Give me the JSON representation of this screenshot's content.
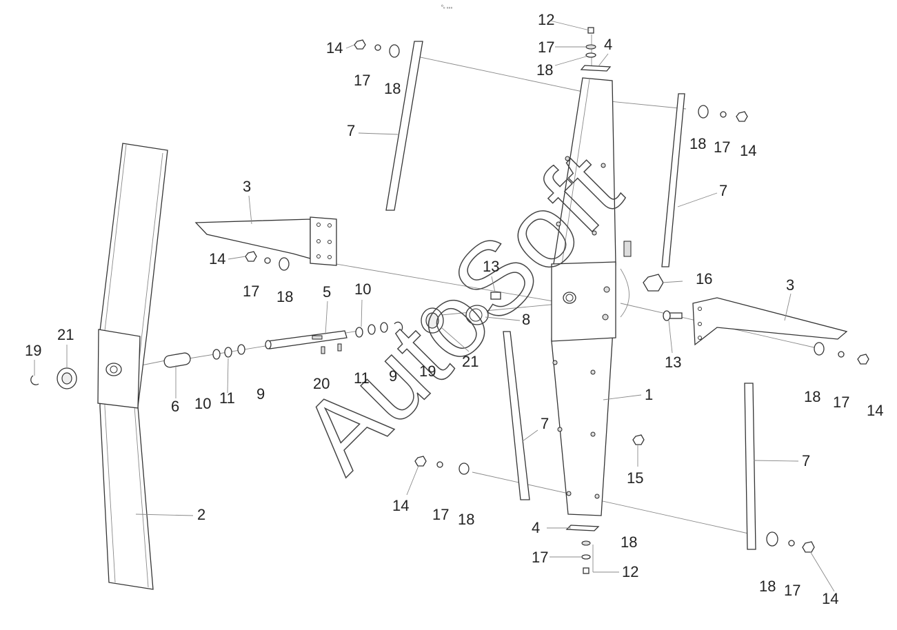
{
  "top_mark": "⁰₀ ₀₀₀",
  "watermark": "AutoSoft",
  "callouts": [
    {
      "id": "c1",
      "text": "1"
    },
    {
      "id": "c2",
      "text": "2"
    },
    {
      "id": "c3a",
      "text": "3"
    },
    {
      "id": "c3b",
      "text": "3"
    },
    {
      "id": "c4a",
      "text": "4"
    },
    {
      "id": "c4b",
      "text": "4"
    },
    {
      "id": "c5",
      "text": "5"
    },
    {
      "id": "c6",
      "text": "6"
    },
    {
      "id": "c7a",
      "text": "7"
    },
    {
      "id": "c7b",
      "text": "7"
    },
    {
      "id": "c7c",
      "text": "7"
    },
    {
      "id": "c7d",
      "text": "7"
    },
    {
      "id": "c8",
      "text": "8"
    },
    {
      "id": "c9a",
      "text": "9"
    },
    {
      "id": "c9b",
      "text": "9"
    },
    {
      "id": "c10a",
      "text": "10"
    },
    {
      "id": "c10b",
      "text": "10"
    },
    {
      "id": "c11a",
      "text": "11"
    },
    {
      "id": "c11b",
      "text": "11"
    },
    {
      "id": "c12a",
      "text": "12"
    },
    {
      "id": "c12b",
      "text": "12"
    },
    {
      "id": "c13a",
      "text": "13"
    },
    {
      "id": "c13b",
      "text": "13"
    },
    {
      "id": "c14a",
      "text": "14"
    },
    {
      "id": "c14b",
      "text": "14"
    },
    {
      "id": "c14c",
      "text": "14"
    },
    {
      "id": "c14d",
      "text": "14"
    },
    {
      "id": "c14e",
      "text": "14"
    },
    {
      "id": "c14f",
      "text": "14"
    },
    {
      "id": "c15",
      "text": "15"
    },
    {
      "id": "c16",
      "text": "16"
    },
    {
      "id": "c17a",
      "text": "17"
    },
    {
      "id": "c17b",
      "text": "17"
    },
    {
      "id": "c17c",
      "text": "17"
    },
    {
      "id": "c17d",
      "text": "17"
    },
    {
      "id": "c17e",
      "text": "17"
    },
    {
      "id": "c17f",
      "text": "17"
    },
    {
      "id": "c17g",
      "text": "17"
    },
    {
      "id": "c17h",
      "text": "17"
    },
    {
      "id": "c18a",
      "text": "18"
    },
    {
      "id": "c18b",
      "text": "18"
    },
    {
      "id": "c18c",
      "text": "18"
    },
    {
      "id": "c18d",
      "text": "18"
    },
    {
      "id": "c18e",
      "text": "18"
    },
    {
      "id": "c18f",
      "text": "18"
    },
    {
      "id": "c18g",
      "text": "18"
    },
    {
      "id": "c18h",
      "text": "18"
    },
    {
      "id": "c19a",
      "text": "19"
    },
    {
      "id": "c19b",
      "text": "19"
    },
    {
      "id": "c20",
      "text": "20"
    },
    {
      "id": "c21a",
      "text": "21"
    },
    {
      "id": "c21b",
      "text": "21"
    }
  ]
}
